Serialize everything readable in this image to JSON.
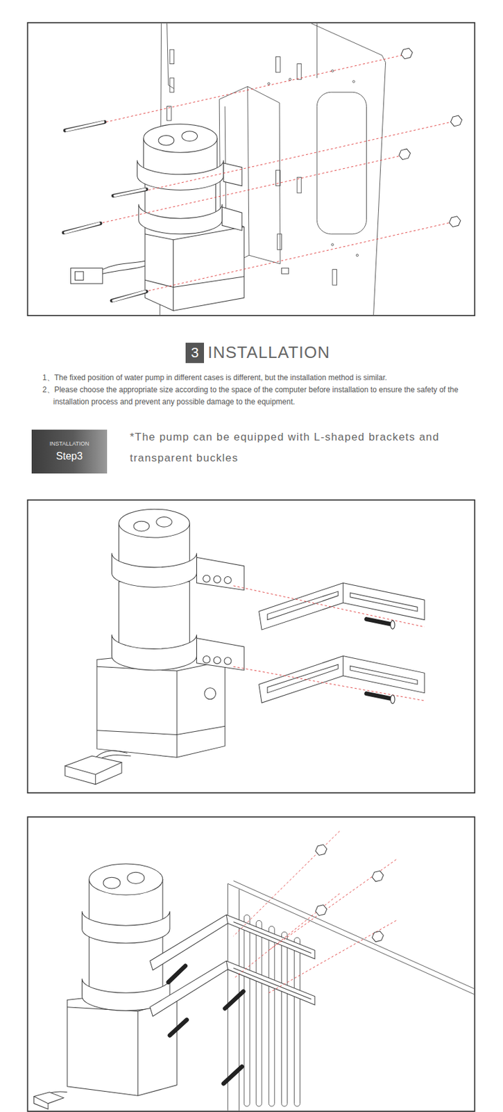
{
  "diagram": {
    "title": "INSTALLATION",
    "nodes": [
      {
        "text": [
          "3"
        ]
      },
      {
        "text": [
          "INSTALLATION",
          "Step3"
        ]
      }
    ],
    "labels": [
      "1、The fixed position of water pump in different cases is different, but the installation method is similar.",
      "2、Please choose the appropriate size according to the space of the computer before installation to ensure the safety of the installation process and prevent any possible damage to the equipment.",
      "*The pump can be equipped with L-shaped brackets and transparent buckles"
    ]
  }
}
